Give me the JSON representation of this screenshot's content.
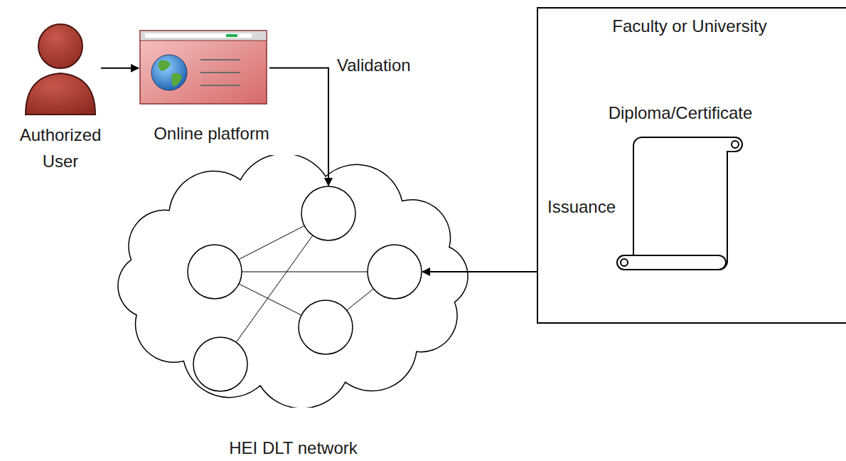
{
  "diagram": {
    "nodes": [
      {
        "text": [
          "Authorized User"
        ]
      },
      {
        "text": [
          "Online platform"
        ]
      },
      {
        "text": [
          "HEI DLT network"
        ]
      },
      {
        "text": [
          "Faculty or University",
          "Issuance"
        ]
      },
      {
        "text": [
          "Diploma/Certificate"
        ],
        "in": 3
      }
    ],
    "edges": [
      {
        "from": 0,
        "to": 1,
        "arrow": "to"
      },
      {
        "from": 1,
        "to": 2,
        "label": "Validation",
        "arrow": "to"
      },
      {
        "from": 3,
        "to": 2,
        "arrow": "to"
      }
    ]
  }
}
